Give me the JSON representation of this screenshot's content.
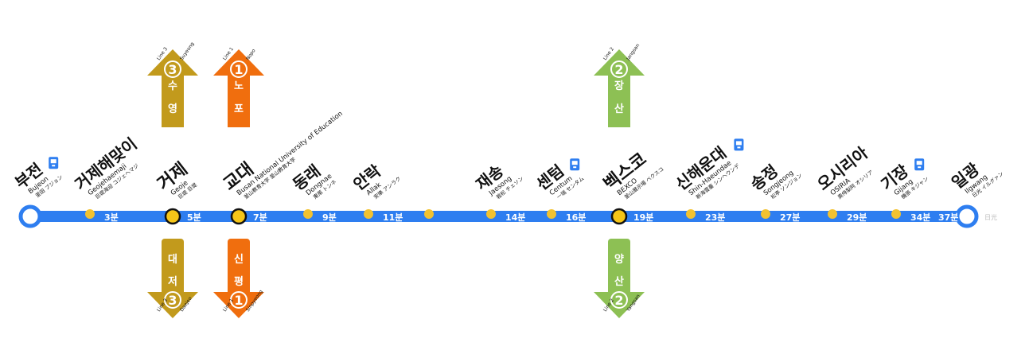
{
  "line": {
    "color": "#2e7ef0",
    "start_terminal": "부전",
    "end_terminal": "일광",
    "end_time": "37분",
    "end_extra": "日光"
  },
  "colors": {
    "dot_fill": "#f2c230",
    "transfer_fill": "#f5c518",
    "transfer_stroke": "#111111",
    "line1": "#f06e0e",
    "line2": "#8dc054",
    "line3": "#c29a1c",
    "text": "#111111",
    "train_icon": "#2e7ef0"
  },
  "stations": [
    {
      "name": "부전",
      "roman": "Bujeon",
      "local": "釜田 ブジョン",
      "time": "",
      "dot": "terminal",
      "train": true,
      "bold": false
    },
    {
      "name": "거제해맞이",
      "roman": "Geojehaemaji",
      "local": "巨堤海迎 コジェヘマジ",
      "time": "3분",
      "dot": "small",
      "train": false,
      "bold": false
    },
    {
      "name": "거제",
      "roman": "Geoje",
      "local": "巨堤 巨堤",
      "time": "5분",
      "dot": "transfer",
      "train": false,
      "bold": true
    },
    {
      "name": "교대",
      "roman": "Busan National University of Education",
      "local": "釜山教育大学 釜山教育大学",
      "time": "7분",
      "dot": "transfer",
      "train": false,
      "bold": true
    },
    {
      "name": "동래",
      "roman": "Dongnae",
      "local": "東萊 トンネ",
      "time": "9분",
      "dot": "small",
      "train": false,
      "bold": false
    },
    {
      "name": "안락",
      "roman": "Allak",
      "local": "安樂 アンラク",
      "time": "11분",
      "dot": "small",
      "train": false,
      "bold": false
    },
    {
      "name": "",
      "roman": "",
      "local": "",
      "time": "",
      "dot": "small",
      "train": false,
      "bold": false
    },
    {
      "name": "재송",
      "roman": "Jaesong",
      "local": "栽松 チェソン",
      "time": "14분",
      "dot": "small",
      "train": false,
      "bold": false
    },
    {
      "name": "센텀",
      "roman": "Centum",
      "local": "一瑞 センタム",
      "time": "16분",
      "dot": "small",
      "train": true,
      "bold": false
    },
    {
      "name": "벡스코",
      "roman": "BEXCO",
      "local": "釜山展示場 ベクスコ",
      "time": "19분",
      "dot": "transfer",
      "train": false,
      "bold": true
    },
    {
      "name": "신해운대",
      "roman": "Shin-Haeundae",
      "local": "新海雲臺 シンヘウンデ",
      "time": "23분",
      "dot": "small",
      "train": true,
      "bold": false
    },
    {
      "name": "송정",
      "roman": "Songjeong",
      "local": "松亭 ソンジョン",
      "time": "27분",
      "dot": "small",
      "train": false,
      "bold": false
    },
    {
      "name": "오시리아",
      "roman": "OSIRIA",
      "local": "奧侍梨阿 オシリア",
      "time": "29분",
      "dot": "small",
      "train": false,
      "bold": false
    },
    {
      "name": "기장",
      "roman": "Gijang",
      "local": "機張 キジャン",
      "time": "34분",
      "dot": "small",
      "train": true,
      "bold": false
    },
    {
      "name": "일광",
      "roman": "Ilgwang",
      "local": "日光 イルグァン",
      "time": "",
      "dot": "terminal",
      "train": false,
      "bold": false
    }
  ],
  "transfers": [
    {
      "station": "거제",
      "dir": "up",
      "line": "3",
      "color": "#c29a1c",
      "dest": "수영",
      "dest_roman": "Suyeong",
      "line_label": "Line 3"
    },
    {
      "station": "거제",
      "dir": "down",
      "line": "3",
      "color": "#c29a1c",
      "dest": "대저",
      "dest_roman": "Daejeo",
      "line_label": "Line 3"
    },
    {
      "station": "교대",
      "dir": "up",
      "line": "1",
      "color": "#f06e0e",
      "dest": "노포",
      "dest_roman": "Nopo",
      "line_label": "Line 1"
    },
    {
      "station": "교대",
      "dir": "down",
      "line": "1",
      "color": "#f06e0e",
      "dest": "신평",
      "dest_roman": "Sinpyeong",
      "line_label": "Line 1"
    },
    {
      "station": "벡스코",
      "dir": "up",
      "line": "2",
      "color": "#8dc054",
      "dest": "장산",
      "dest_roman": "Jangsan",
      "line_label": "Line 2"
    },
    {
      "station": "벡스코",
      "dir": "down",
      "line": "2",
      "color": "#8dc054",
      "dest": "양산",
      "dest_roman": "Yangsan",
      "line_label": "Line 2"
    }
  ],
  "icons": {
    "train": "train-icon",
    "arrow": "arrow-icon"
  }
}
